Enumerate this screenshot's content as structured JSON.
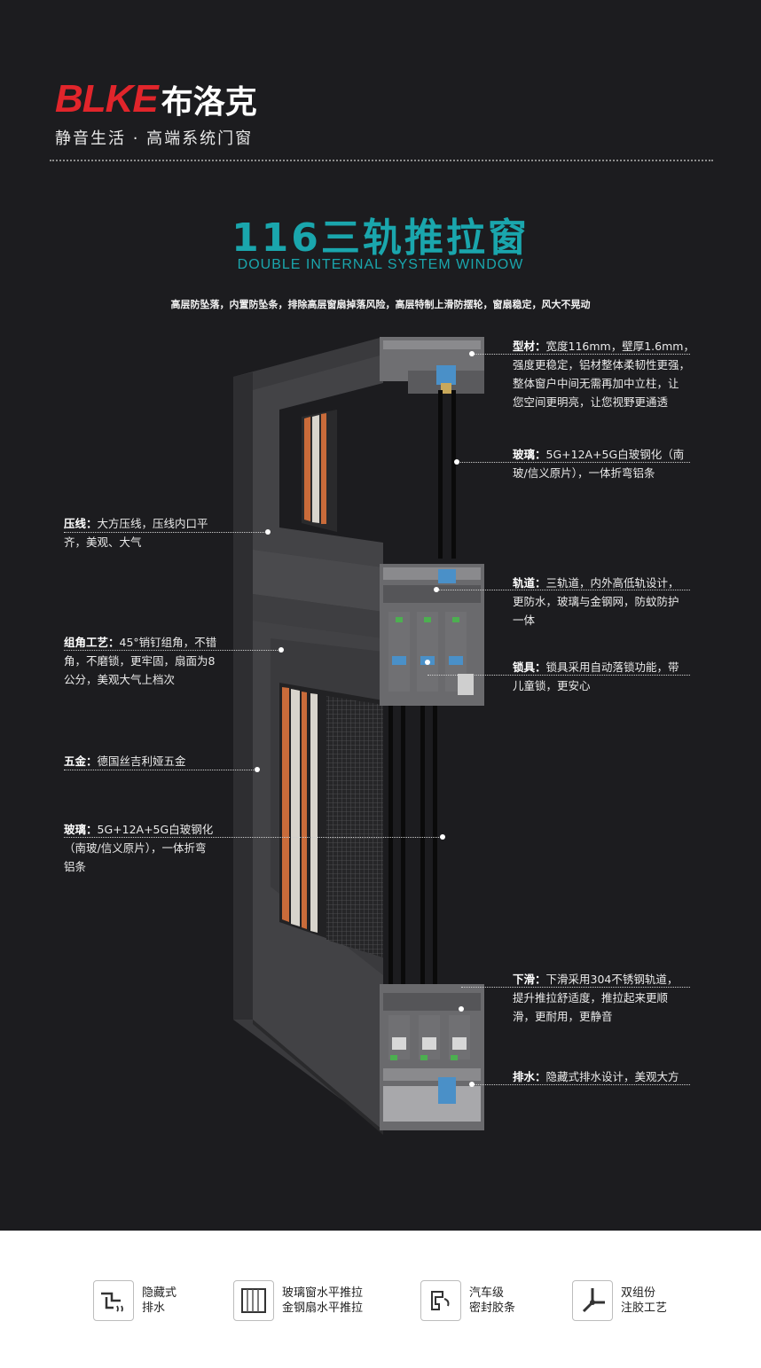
{
  "brand": {
    "logo_latin": "BLKE",
    "logo_cn": "布洛克",
    "slogan": "静音生活 · 高端系统门窗",
    "accent_color": "#e1252b"
  },
  "product": {
    "title": "116三轨推拉窗",
    "subtitle": "DOUBLE INTERNAL  SYSTEM WINDOW",
    "intro": "高层防坠落，内置防坠条，排除高层窗扇掉落风险，高层特制上滑防摆轮，窗扇稳定，风大不晃动",
    "title_color": "#1aa6ad"
  },
  "annotations": {
    "profile": {
      "key": "型材：",
      "lines": [
        "宽度116mm，壁厚1.6mm，",
        "强度更稳定，铝材整体柔韧性更强，",
        "整体窗户中间无需再加中立柱，让",
        "您空间更明亮，让您视野更通透"
      ]
    },
    "glass_top": {
      "key": "玻璃：",
      "lines": [
        "5G+12A+5G白玻钢化（南",
        "玻/信义原片），一体折弯铝条"
      ]
    },
    "bead": {
      "key": "压线：",
      "lines": [
        "大方压线，压线内口平",
        "齐，美观、大气"
      ]
    },
    "track": {
      "key": "轨道：",
      "lines": [
        "三轨道，内外高低轨设计，",
        "更防水，玻璃与金钢网，防蚊防护",
        "一体"
      ]
    },
    "corner": {
      "key": "组角工艺：",
      "lines": [
        "45°销钉组角，不错",
        "角，不磨锁，更牢固，扇面为8",
        "公分，美观大气上档次"
      ]
    },
    "lock": {
      "key": "锁具：",
      "lines": [
        "锁具采用自动落锁功能，带",
        "儿童锁，更安心"
      ]
    },
    "hardware": {
      "key": "五金：",
      "lines": [
        "德国丝吉利娅五金"
      ]
    },
    "glass_bottom": {
      "key": "玻璃：",
      "lines": [
        "5G+12A+5G白玻钢化",
        "（南玻/信义原片），一体折弯",
        "铝条"
      ]
    },
    "slide": {
      "key": "下滑：",
      "lines": [
        "下滑采用304不锈钢轨道，",
        "提升推拉舒适度，推拉起来更顺",
        "滑，更耐用，更静音"
      ]
    },
    "drain": {
      "key": "排水：",
      "lines": [
        "隐藏式排水设计，美观大方"
      ]
    }
  },
  "features": [
    {
      "icon": "drain-icon",
      "lines": [
        "隐藏式",
        "排水"
      ]
    },
    {
      "icon": "sliding-panel-icon",
      "lines": [
        "玻璃窗水平推拉",
        "金钢扇水平推拉"
      ]
    },
    {
      "icon": "seal-strip-icon",
      "lines": [
        "汽车级",
        "密封胶条"
      ]
    },
    {
      "icon": "injection-corner-icon",
      "lines": [
        "双组份",
        "注胶工艺"
      ]
    }
  ]
}
